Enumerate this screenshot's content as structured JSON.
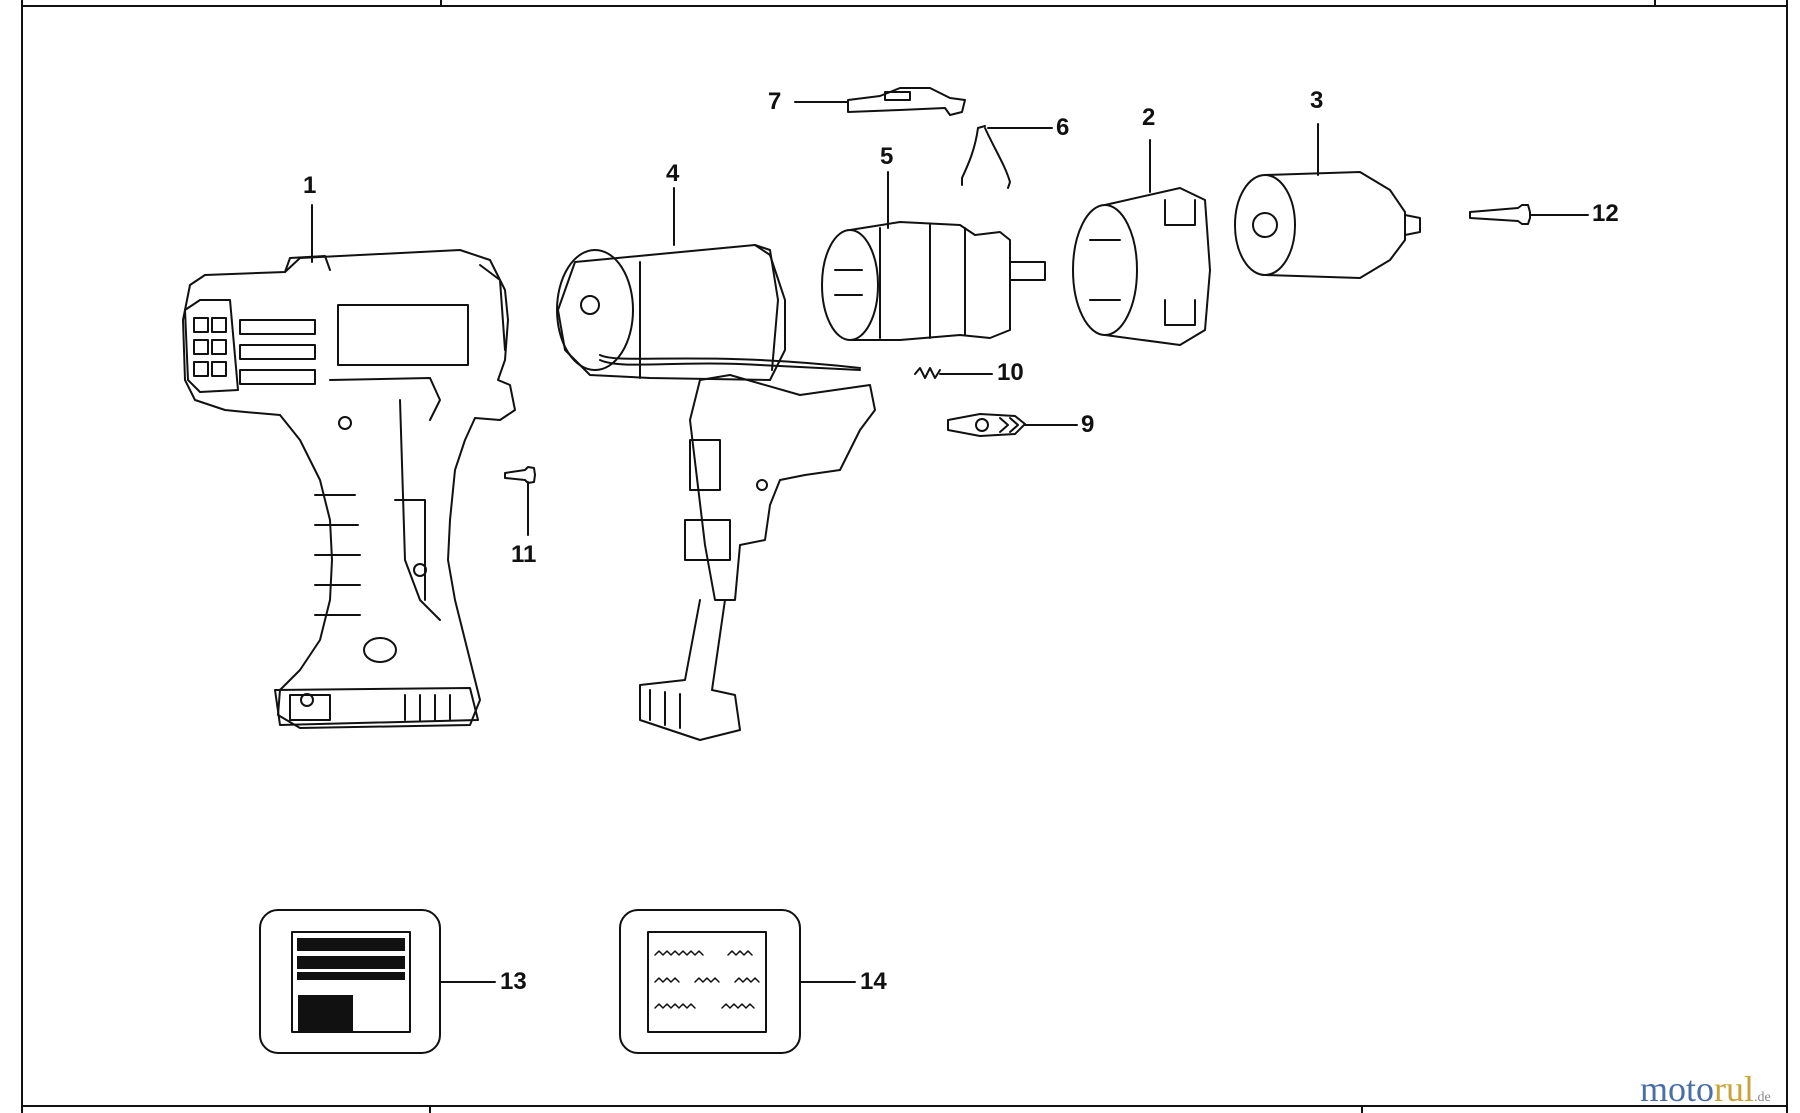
{
  "diagram": {
    "parts": [
      {
        "num": "1",
        "name": "housing"
      },
      {
        "num": "2",
        "name": "gearbox-housing"
      },
      {
        "num": "3",
        "name": "chuck"
      },
      {
        "num": "4",
        "name": "motor"
      },
      {
        "num": "5",
        "name": "gearbox"
      },
      {
        "num": "6",
        "name": "spring-clip"
      },
      {
        "num": "7",
        "name": "direction-selector"
      },
      {
        "num": "9",
        "name": "forward-reverse-slider"
      },
      {
        "num": "10",
        "name": "spring"
      },
      {
        "num": "11",
        "name": "screw"
      },
      {
        "num": "12",
        "name": "chuck-screw"
      },
      {
        "num": "13",
        "name": "label"
      },
      {
        "num": "14",
        "name": "warning-label"
      }
    ],
    "watermark": {
      "part1": "moto",
      "part2": "r",
      "part3": "ul",
      "suffix": ".de"
    },
    "colors": {
      "line": "#111111",
      "background": "#ffffff"
    }
  }
}
